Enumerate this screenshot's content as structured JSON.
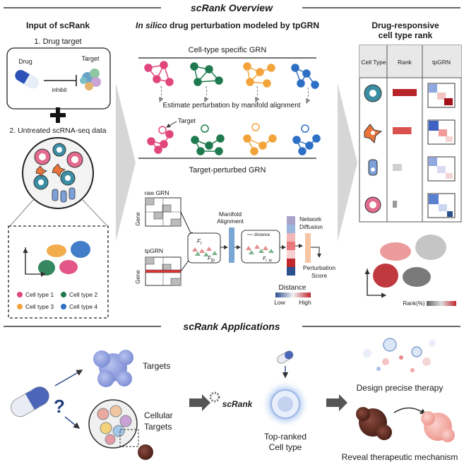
{
  "header": {
    "title": "scRank Overview"
  },
  "input": {
    "title": "Input of scRank",
    "step1": "1. Drug target",
    "drug": "Drug",
    "target": "Target",
    "inhibit": "inhibit",
    "step2": "2. Untreated scRNA-seq data",
    "legend": [
      "Cell type 1",
      "Cell type 2",
      "Cell type 3",
      "Cell type 4"
    ]
  },
  "middle": {
    "title_italic": "In silico",
    "title_rest": " drug perturbation modeled by tpGRN",
    "grn_title": "Cell-type specific GRN",
    "estimate": "Estimate perturbation by manifold alignment",
    "target_label": "Target",
    "perturbed_title": "Target-perturbed GRN",
    "raw_grn": "raw GRN",
    "tpgrn": "tpGRN",
    "gene": "Gene",
    "manifold": "Manifold",
    "alignment": "Alignment",
    "distance_small": "distance",
    "network": "Network",
    "diffusion": "Diffusion",
    "perturbation": "Perturbation",
    "score": "Score",
    "distance": "Distance",
    "low": "Low",
    "high": "High",
    "fr": "F",
    "fr_sub": "r",
    "ftp": "F",
    "ftp_sub": "tp",
    "frtp": "F",
    "frtp_sub": "r_tp"
  },
  "right": {
    "title1": "Drug-responsive",
    "title2": "cell type rank",
    "col_celltype": "Cell Type",
    "col_rank": "Rank",
    "col_tpgrn": "tpGRN",
    "rank_values": [
      1.0,
      0.78,
      0.38,
      0.18
    ],
    "rank_pct": "Rank(%)"
  },
  "applications": {
    "title": "scRank Applications",
    "targets": "Targets",
    "cellular1": "Cellular",
    "cellular2": "Targets",
    "scrank": "scRank",
    "top1": "Top-ranked",
    "top2": "Cell type",
    "design": "Design precise therapy",
    "reveal": "Reveal therapeutic mechanism",
    "question": "?"
  },
  "colors": {
    "pink": "#e0457b",
    "green": "#1f7a4f",
    "orange": "#f2a33a",
    "blue": "#2d6fc4",
    "teal": "#3f8fa3",
    "red": "#c0282d"
  }
}
